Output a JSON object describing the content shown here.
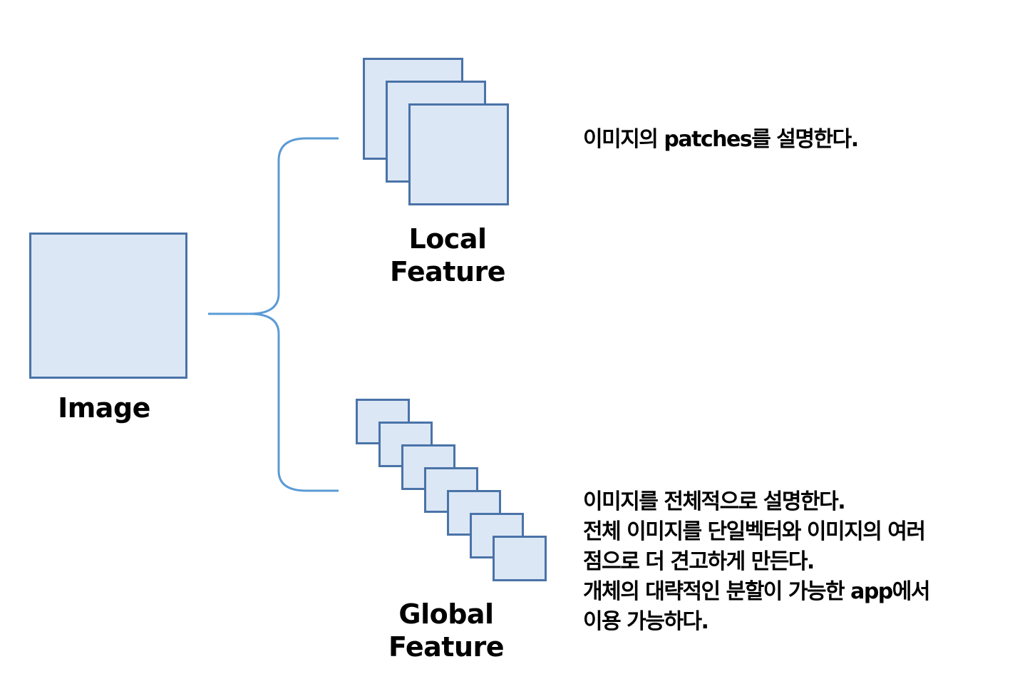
{
  "colors": {
    "box_fill": "#dce7f5",
    "box_border": "#4a73a8",
    "brace": "#5b9bd5",
    "text": "#000000"
  },
  "image_node": {
    "label": "Image"
  },
  "local_node": {
    "label_line1": "Local",
    "label_line2": "Feature",
    "description": [
      "이미지의 patches를 설명한다."
    ]
  },
  "global_node": {
    "label_line1": "Global",
    "label_line2": "Feature",
    "description": [
      "이미지를 전체적으로 설명한다.",
      "전체 이미지를 단일벡터와 이미지의 여러",
      "점으로 더 견고하게 만든다.",
      "개체의 대략적인 분할이 가능한 app에서",
      "이용 가능하다."
    ]
  }
}
